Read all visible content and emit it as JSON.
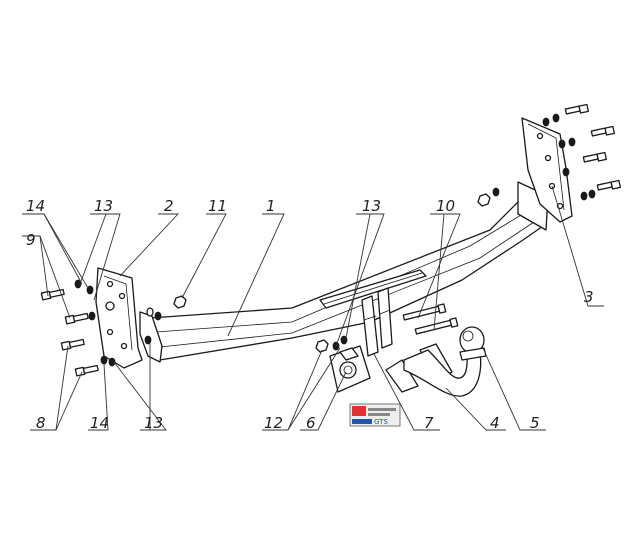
{
  "labels": {
    "p1": "1",
    "p2": "2",
    "p3": "3",
    "p4": "4",
    "p5": "5",
    "p6": "6",
    "p7": "7",
    "p8": "8",
    "p9": "9",
    "p10": "10",
    "p11": "11",
    "p12": "12",
    "p13a": "13",
    "p13b": "13",
    "p13c": "13",
    "p14a": "14",
    "p14b": "14"
  },
  "logo": {
    "text": "GTS"
  }
}
